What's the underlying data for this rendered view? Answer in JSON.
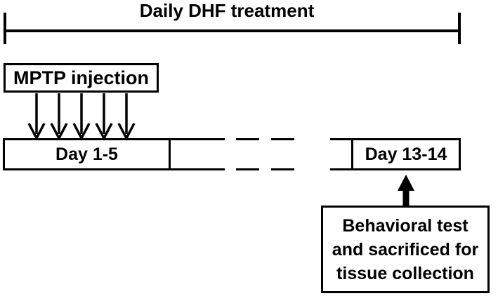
{
  "bracket": {
    "label": "Daily DHF treatment"
  },
  "injection": {
    "label": "MPTP injection",
    "arrow_count": 5
  },
  "timeline": {
    "first_segment": "Day 1-5",
    "last_segment": "Day 13-14"
  },
  "endpoint": {
    "lines": [
      "Behavioral test",
      "and sacrificed for",
      "tissue collection"
    ]
  }
}
